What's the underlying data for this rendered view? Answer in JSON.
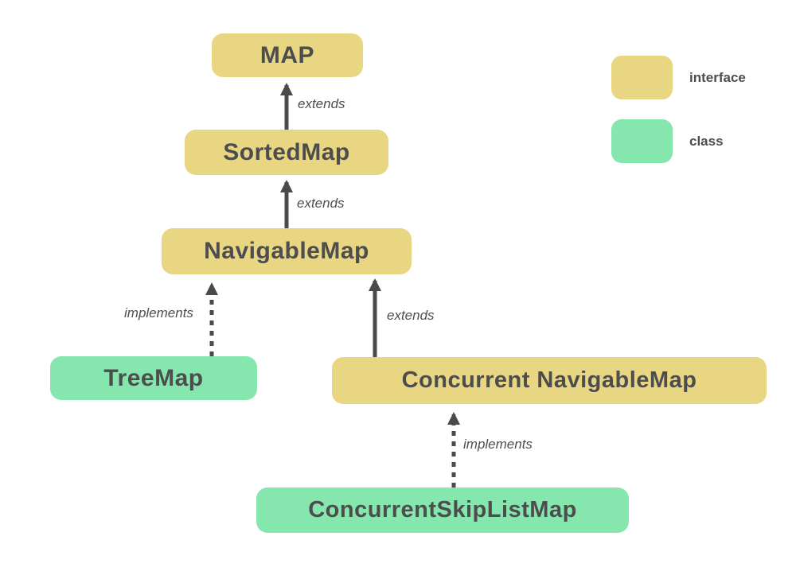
{
  "diagram": {
    "type": "class-hierarchy",
    "colors": {
      "interface_fill": "#e8d682",
      "class_fill": "#85e6ae",
      "text": "#4d4d4d",
      "arrow": "#4a4a4a",
      "background": "#ffffff"
    },
    "nodes": {
      "map": {
        "label": "MAP",
        "type": "interface"
      },
      "sorted_map": {
        "label": "SortedMap",
        "type": "interface"
      },
      "navigable_map": {
        "label": "NavigableMap",
        "type": "interface"
      },
      "tree_map": {
        "label": "TreeMap",
        "type": "class"
      },
      "concurrent_navigable_map": {
        "label": "Concurrent NavigableMap",
        "type": "interface"
      },
      "concurrent_skip_list_map": {
        "label": "ConcurrentSkipListMap",
        "type": "class"
      }
    },
    "edges": {
      "sortedmap_to_map": {
        "from": "SortedMap",
        "to": "MAP",
        "label": "extends",
        "style": "solid"
      },
      "navigablemap_to_sortedmap": {
        "from": "NavigableMap",
        "to": "SortedMap",
        "label": "extends",
        "style": "solid"
      },
      "treemap_to_navigablemap": {
        "from": "TreeMap",
        "to": "NavigableMap",
        "label": "implements",
        "style": "dashed"
      },
      "concnavmap_to_navigablemap": {
        "from": "ConcurrentNavigableMap",
        "to": "NavigableMap",
        "label": "extends",
        "style": "solid"
      },
      "concskiplistmap_to_concnavmap": {
        "from": "ConcurrentSkipListMap",
        "to": "ConcurrentNavigableMap",
        "label": "implements",
        "style": "dashed"
      }
    },
    "legend": {
      "items": [
        {
          "label": "interface",
          "swatch": "interface"
        },
        {
          "label": "class",
          "swatch": "class"
        }
      ]
    }
  }
}
